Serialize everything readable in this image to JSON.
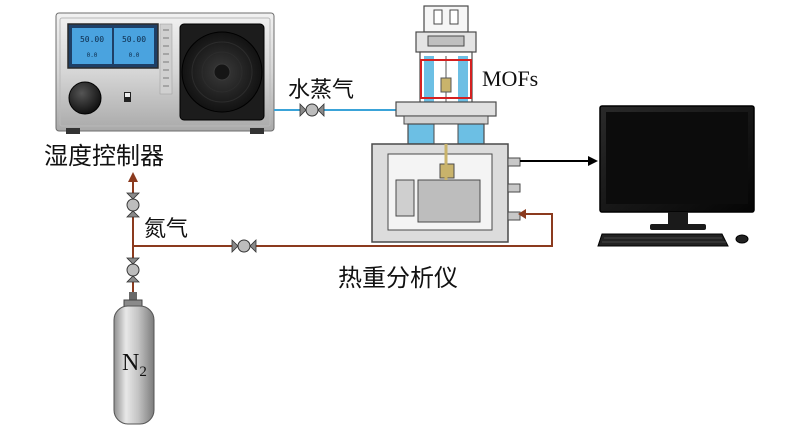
{
  "labels": {
    "humidity_controller": "湿度控制器",
    "water_vapor": "水蒸气",
    "nitrogen": "氮气",
    "tga": "热重分析仪",
    "mofs": "MOFs",
    "n2_main": "N",
    "n2_sub": "2"
  },
  "controller": {
    "display_left_top": "50.00",
    "display_right_top": "50.00",
    "display_left_bottom": "0.0",
    "display_right_bottom": "0.0"
  },
  "colors": {
    "vapor_line": "#3aa3d8",
    "nitrogen_line": "#8b3a1e",
    "arrow": "#000000",
    "mofs_box": "#d42020",
    "screen_lcd": "#4aa3df"
  }
}
